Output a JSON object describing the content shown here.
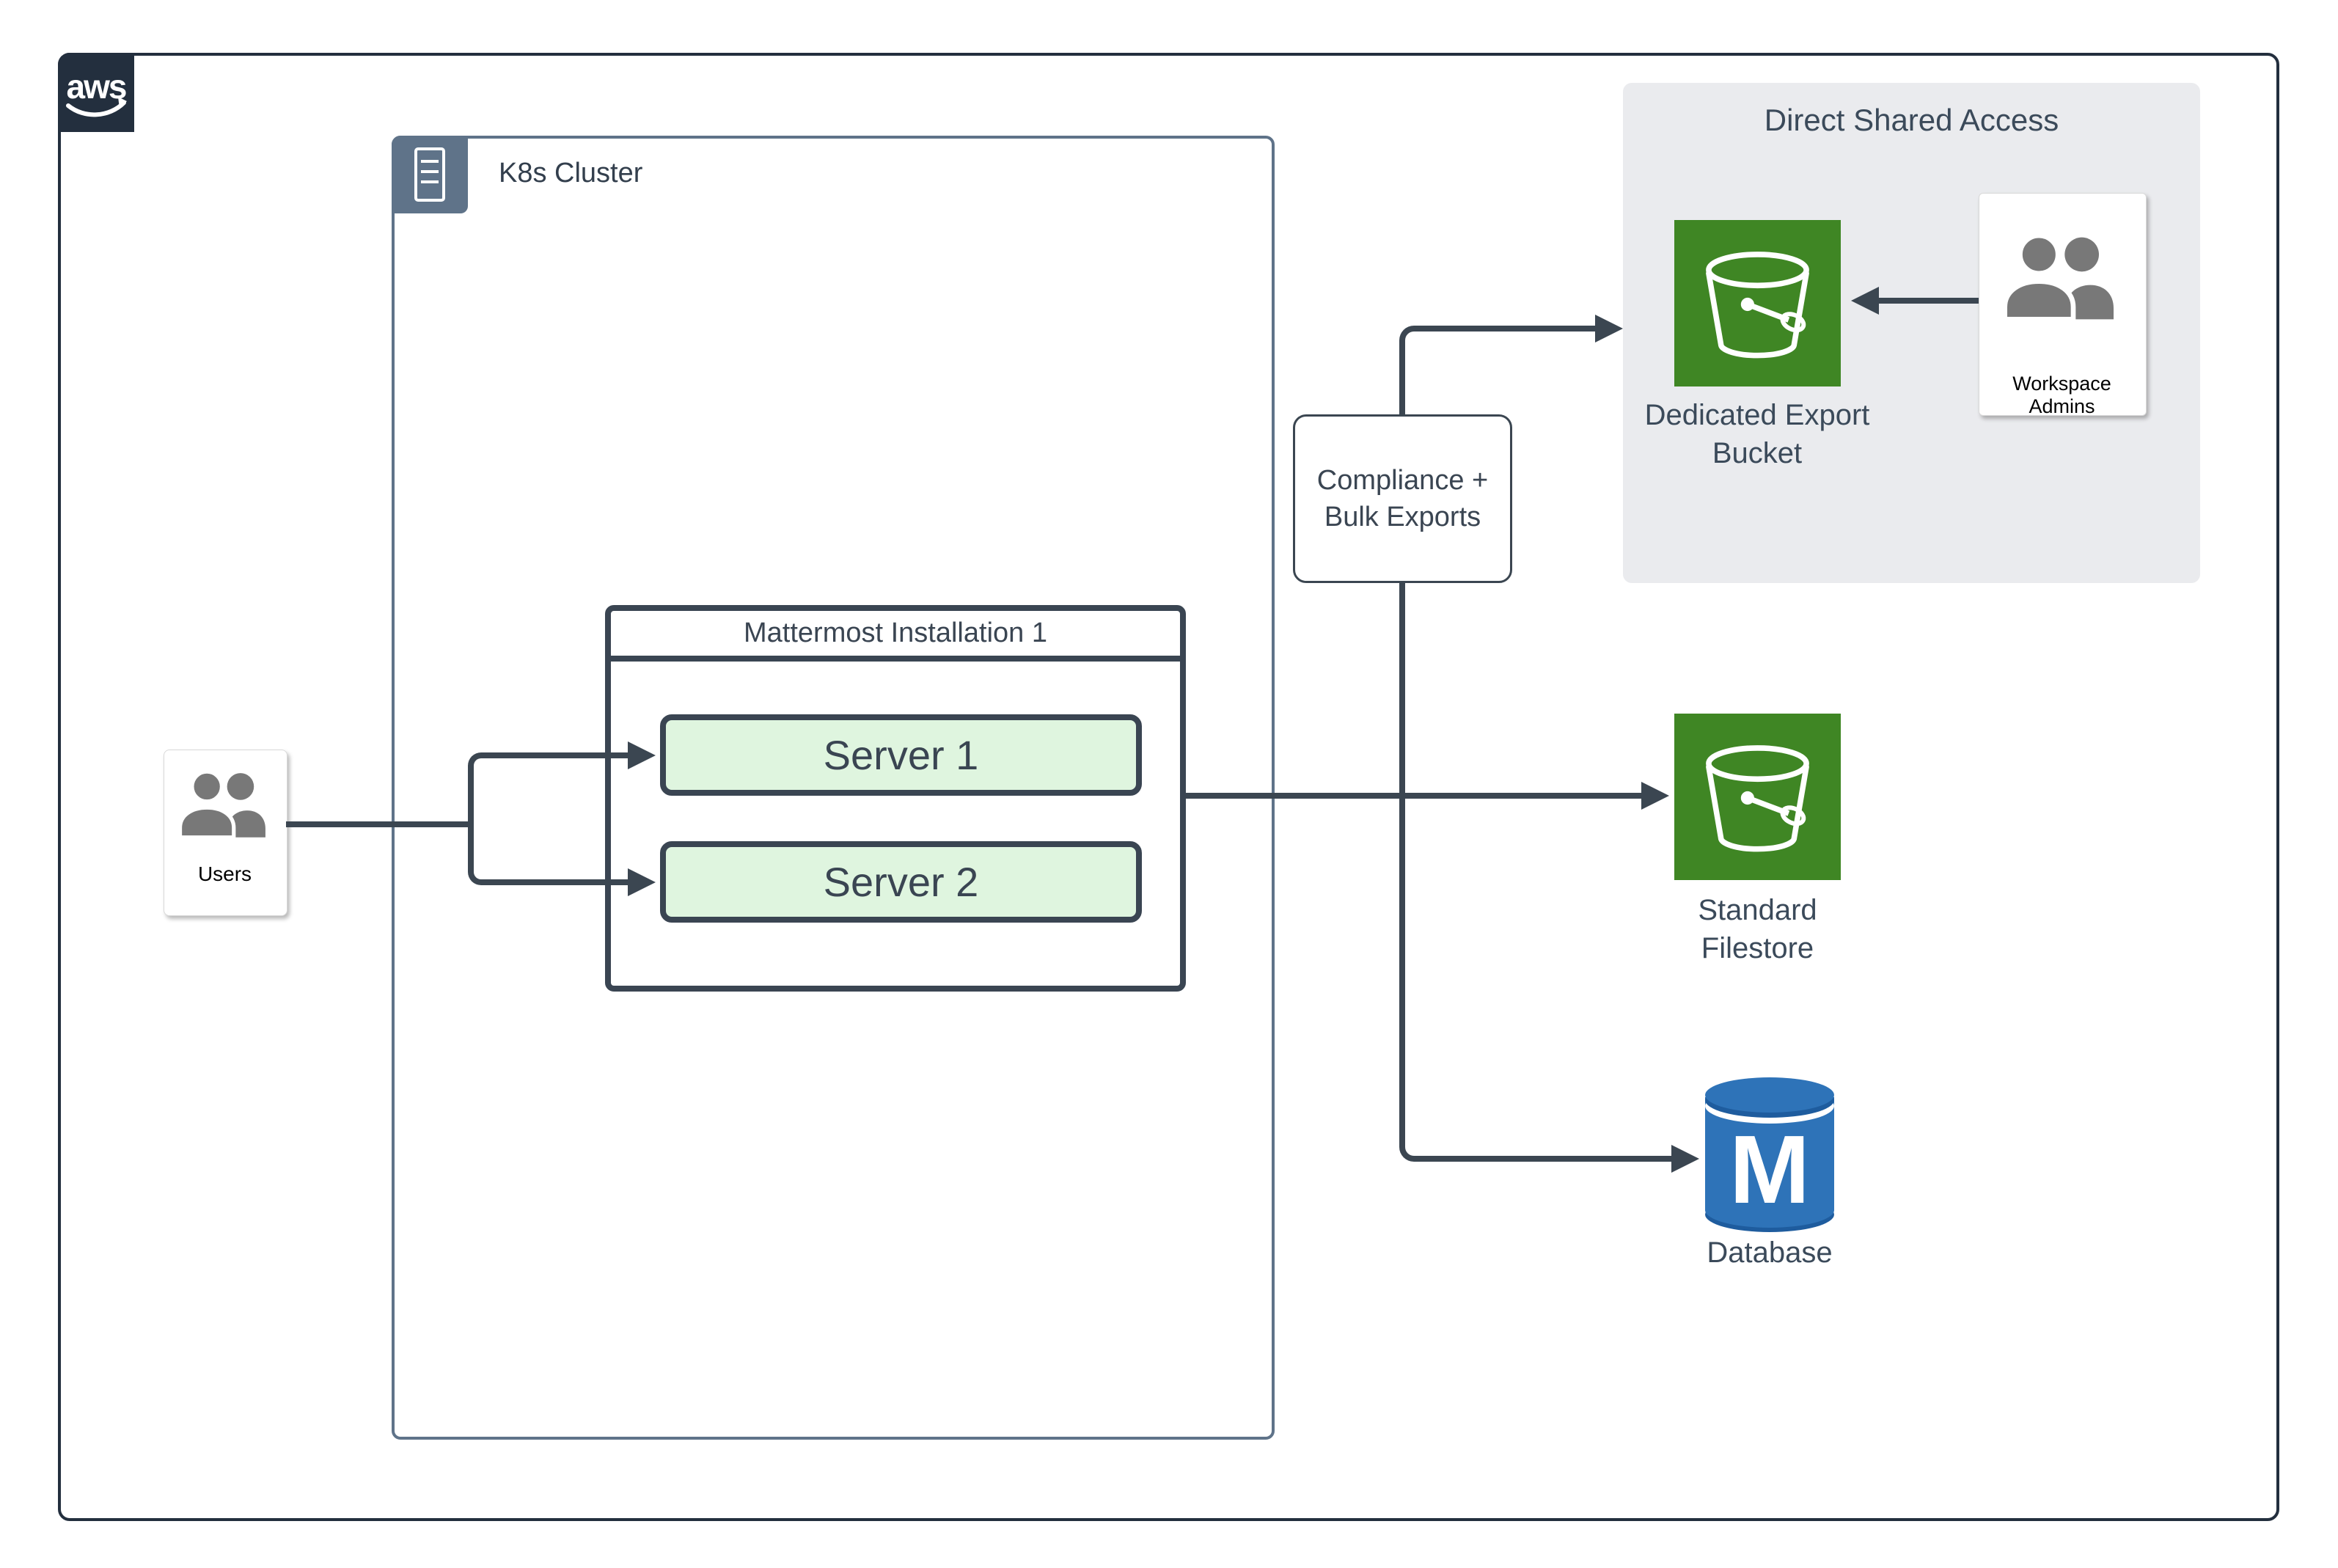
{
  "diagram": {
    "aws_logo_text": "aws",
    "k8s": {
      "label": "K8s Cluster"
    },
    "mattermost": {
      "title": "Mattermost Installation 1",
      "servers": [
        {
          "label": "Server 1"
        },
        {
          "label": "Server 2"
        }
      ]
    },
    "users": {
      "label": "Users"
    },
    "compliance": {
      "line1": "Compliance +",
      "line2": "Bulk Exports"
    },
    "shared_access": {
      "title": "Direct Shared Access",
      "bucket_label_line1": "Dedicated Export",
      "bucket_label_line2": "Bucket",
      "admins_label": "Workspace Admins"
    },
    "filestore": {
      "line1": "Standard",
      "line2": "Filestore"
    },
    "database": {
      "label": "Database",
      "letter": "M"
    },
    "colors": {
      "dark_navy": "#232F3E",
      "connector": "#3B4651",
      "k8s_border": "#5F7389",
      "server_fill": "#DFF5DF",
      "bucket_green": "#3F8624",
      "db_blue": "#2E73B8",
      "db_blue_dark": "#1E5C9E",
      "panel_gray": "#EAEBEE",
      "label_slate": "#3B4A5A",
      "people_gray": "#787878"
    }
  }
}
